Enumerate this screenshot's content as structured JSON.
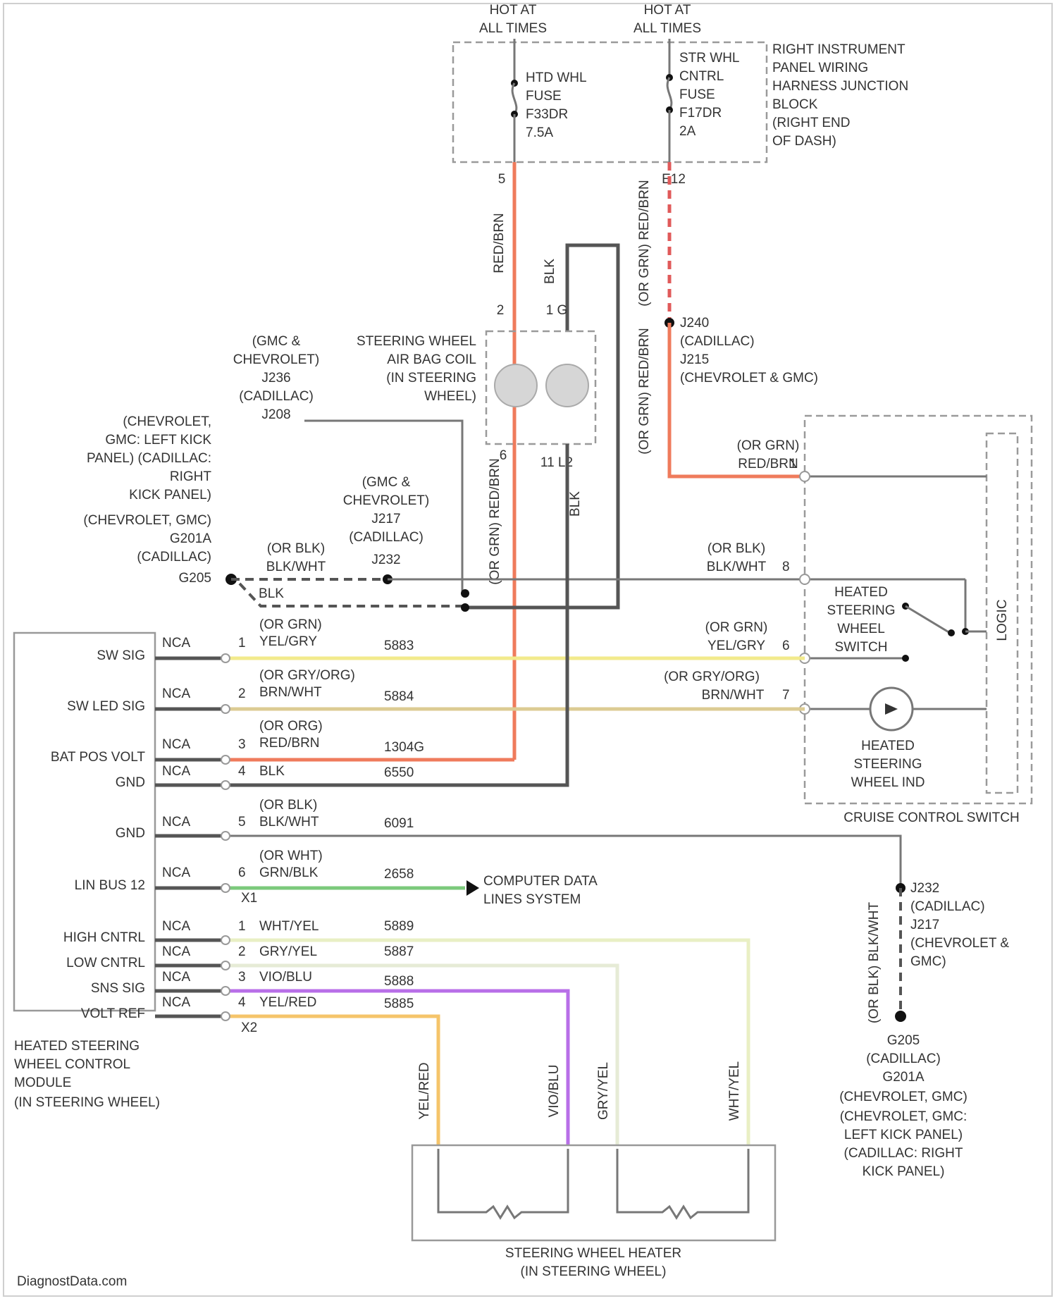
{
  "power": {
    "left": {
      "line1": "HOT AT",
      "line2": "ALL TIMES"
    },
    "right": {
      "line1": "HOT AT",
      "line2": "ALL TIMES"
    }
  },
  "fuses": {
    "htd": {
      "line1": "HTD WHL",
      "line2": "FUSE",
      "line3": "F33DR",
      "line4": "7.5A",
      "pin": "5"
    },
    "str": {
      "line1": "STR WHL",
      "line2": "CNTRL",
      "line3": "FUSE",
      "line4": "F17DR",
      "line5": "2A",
      "pin": "E12"
    }
  },
  "junction_block": {
    "line1": "RIGHT INSTRUMENT",
    "line2": "PANEL WIRING",
    "line3": "HARNESS JUNCTION",
    "line4": "BLOCK",
    "line5": "(RIGHT END",
    "line6": "OF DASH)"
  },
  "airbag_coil": {
    "line1": "STEERING WHEEL",
    "line2": "AIR BAG COIL",
    "line3": "(IN STEERING",
    "line4": "WHEEL)",
    "pin_top_a": "2",
    "pin_top_b": "1 G",
    "pin_bot_a": "6",
    "pin_bot_b": "11 L2"
  },
  "wire_labels": {
    "redbrn_top": "RED/BRN",
    "blk_top": "BLK",
    "orgrn_redbrn_top": "(OR GRN) RED/BRN",
    "orgrn_redbrn_mid": "(OR GRN) RED/BRN",
    "orgrn_redbrn_left": "(OR GRN) RED/BRN",
    "blk_mid": "BLK"
  },
  "splices": {
    "j240": {
      "line1": "J240",
      "line2": "(CADILLAC)",
      "line3": "J215",
      "line4": "(CHEVROLET & GMC)"
    },
    "j236": {
      "line1": "(GMC &",
      "line2": "CHEVROLET)",
      "line3": "J236",
      "line4": "(CADILLAC)",
      "line5": "J208"
    },
    "j217": {
      "line1": "(GMC &",
      "line2": "CHEVROLET)",
      "line3": "J217",
      "line4": "(CADILLAC)",
      "line5": "J232"
    },
    "j232_lower": {
      "line1": "J232",
      "line2": "(CADILLAC)",
      "line3": "J217",
      "line4": "(CHEVROLET &",
      "line5": "GMC)"
    }
  },
  "grounds": {
    "upper": {
      "line1": "(CHEVROLET,",
      "line2": "GMC: LEFT KICK",
      "line3": "PANEL) (CADILLAC:",
      "line4": "RIGHT",
      "line5": "KICK PANEL)",
      "line6": "(CHEVROLET, GMC)",
      "line7": "G201A",
      "line8": "(CADILLAC)",
      "line9": "G205"
    },
    "upper_wire": {
      "line1": "(OR BLK)",
      "line2": "BLK/WHT",
      "line3": "BLK"
    },
    "lower": {
      "line1": "G205",
      "line2": "(CADILLAC)",
      "line3": "G201A",
      "line4": "(CHEVROLET, GMC)",
      "line5": "(CHEVROLET, GMC:",
      "line6": "LEFT KICK PANEL)",
      "line7": "(CADILLAC: RIGHT",
      "line8": "KICK PANEL)"
    },
    "lower_wire": "(OR BLK) BLK/WHT"
  },
  "cruise_switch": {
    "title": "CRUISE CONTROL SWITCH",
    "logic": "LOGIC",
    "switch_label": {
      "line1": "HEATED",
      "line2": "STEERING",
      "line3": "WHEEL",
      "line4": "SWITCH"
    },
    "indicator_label": {
      "line1": "HEATED",
      "line2": "STEERING",
      "line3": "WHEEL IND"
    },
    "pins": [
      {
        "pin": "1",
        "wire1": "(OR GRN)",
        "wire2": "RED/BRN"
      },
      {
        "pin": "8",
        "wire1": "(OR BLK)",
        "wire2": "BLK/WHT"
      },
      {
        "pin": "6",
        "wire1": "(OR GRN)",
        "wire2": "YEL/GRY"
      },
      {
        "pin": "7",
        "wire1": "(OR GRY/ORG)",
        "wire2": "BRN/WHT"
      }
    ]
  },
  "module": {
    "name_lines": [
      "HEATED STEERING",
      "WHEEL CONTROL",
      "MODULE",
      "(IN STEERING WHEEL)"
    ],
    "x1_label": "X1",
    "x2_label": "X2",
    "pins": [
      {
        "label": "SW SIG",
        "nca": "NCA",
        "pin": "1",
        "wire1": "(OR GRN)",
        "wire2": "YEL/GRY",
        "circuit": "5883"
      },
      {
        "label": "SW LED SIG",
        "nca": "NCA",
        "pin": "2",
        "wire1": "(OR GRY/ORG)",
        "wire2": "BRN/WHT",
        "circuit": "5884"
      },
      {
        "label": "BAT POS VOLT",
        "nca": "NCA",
        "pin": "3",
        "wire1": "(OR ORG)",
        "wire2": "RED/BRN",
        "circuit": "1304G"
      },
      {
        "label": "GND",
        "nca": "NCA",
        "pin": "4",
        "wire1": "",
        "wire2": "BLK",
        "circuit": "6550"
      },
      {
        "label": "GND",
        "nca": "NCA",
        "pin": "5",
        "wire1": "(OR BLK)",
        "wire2": "BLK/WHT",
        "circuit": "6091"
      },
      {
        "label": "LIN BUS 12",
        "nca": "NCA",
        "pin": "6",
        "wire1": "(OR WHT)",
        "wire2": "GRN/BLK",
        "circuit": "2658"
      },
      {
        "label": "HIGH CNTRL",
        "nca": "NCA",
        "pin": "1",
        "wire1": "",
        "wire2": "WHT/YEL",
        "circuit": "5889"
      },
      {
        "label": "LOW CNTRL",
        "nca": "NCA",
        "pin": "2",
        "wire1": "",
        "wire2": "GRY/YEL",
        "circuit": "5887"
      },
      {
        "label": "SNS SIG",
        "nca": "NCA",
        "pin": "3",
        "wire1": "",
        "wire2": "VIO/BLU",
        "circuit": "5888"
      },
      {
        "label": "VOLT REF",
        "nca": "NCA",
        "pin": "4",
        "wire1": "",
        "wire2": "YEL/RED",
        "circuit": "5885"
      }
    ]
  },
  "data_lines": {
    "line1": "COMPUTER DATA",
    "line2": "LINES SYSTEM"
  },
  "heater": {
    "line1": "STEERING WHEEL HEATER",
    "line2": "(IN STEERING WHEEL)",
    "wires": [
      "YEL/RED",
      "VIO/BLU",
      "GRY/YEL",
      "WHT/YEL"
    ]
  },
  "watermark": "DiagnostData.com",
  "colors": {
    "red": "#ef7b5c",
    "red_dash": "#e05a5a",
    "black": "#555555",
    "yellow": "#f2ea8c",
    "tan": "#dccb93",
    "green": "#7bc97b",
    "violet": "#b86fe8",
    "orange": "#f5c46a",
    "lightyellow": "#e9efc4",
    "gray": "#8a8a8a"
  }
}
